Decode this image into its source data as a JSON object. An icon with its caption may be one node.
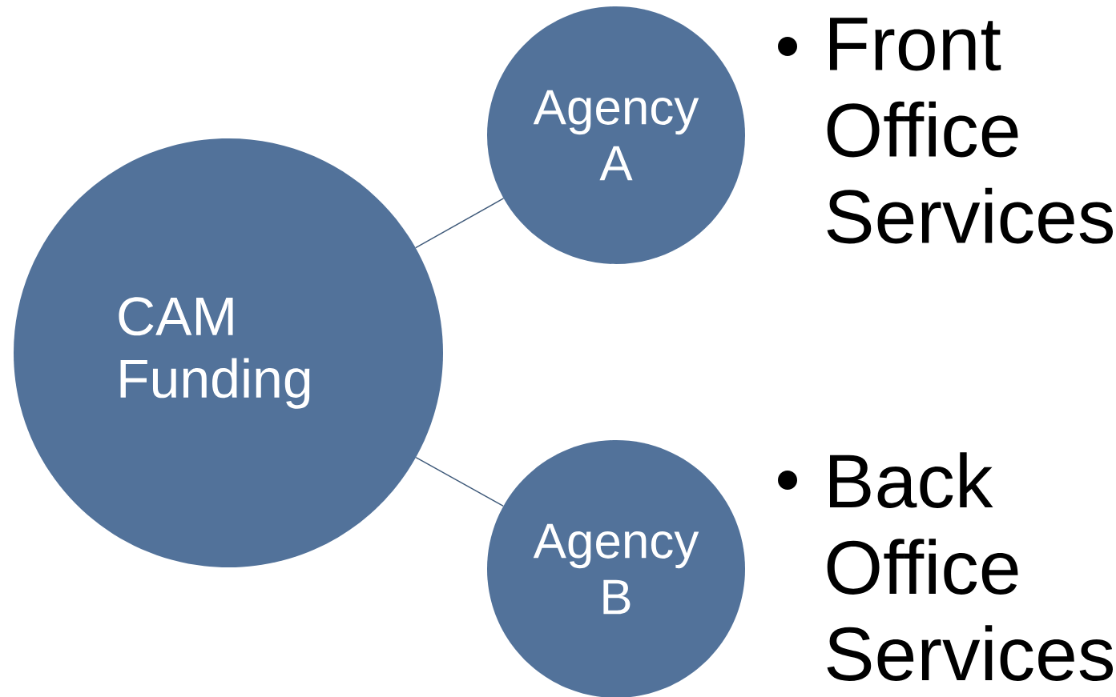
{
  "diagram": {
    "nodes": [
      {
        "text": [
          "CAM Funding"
        ]
      },
      {
        "text": [
          "Agency A"
        ]
      },
      {
        "text": [
          "Agency B"
        ]
      }
    ],
    "edges": [
      {
        "from": 0,
        "to": 1,
        "arrow": "none"
      },
      {
        "from": 0,
        "to": 2,
        "arrow": "none"
      }
    ],
    "labels": [
      "Front Office Services",
      "Back Office Services"
    ]
  }
}
